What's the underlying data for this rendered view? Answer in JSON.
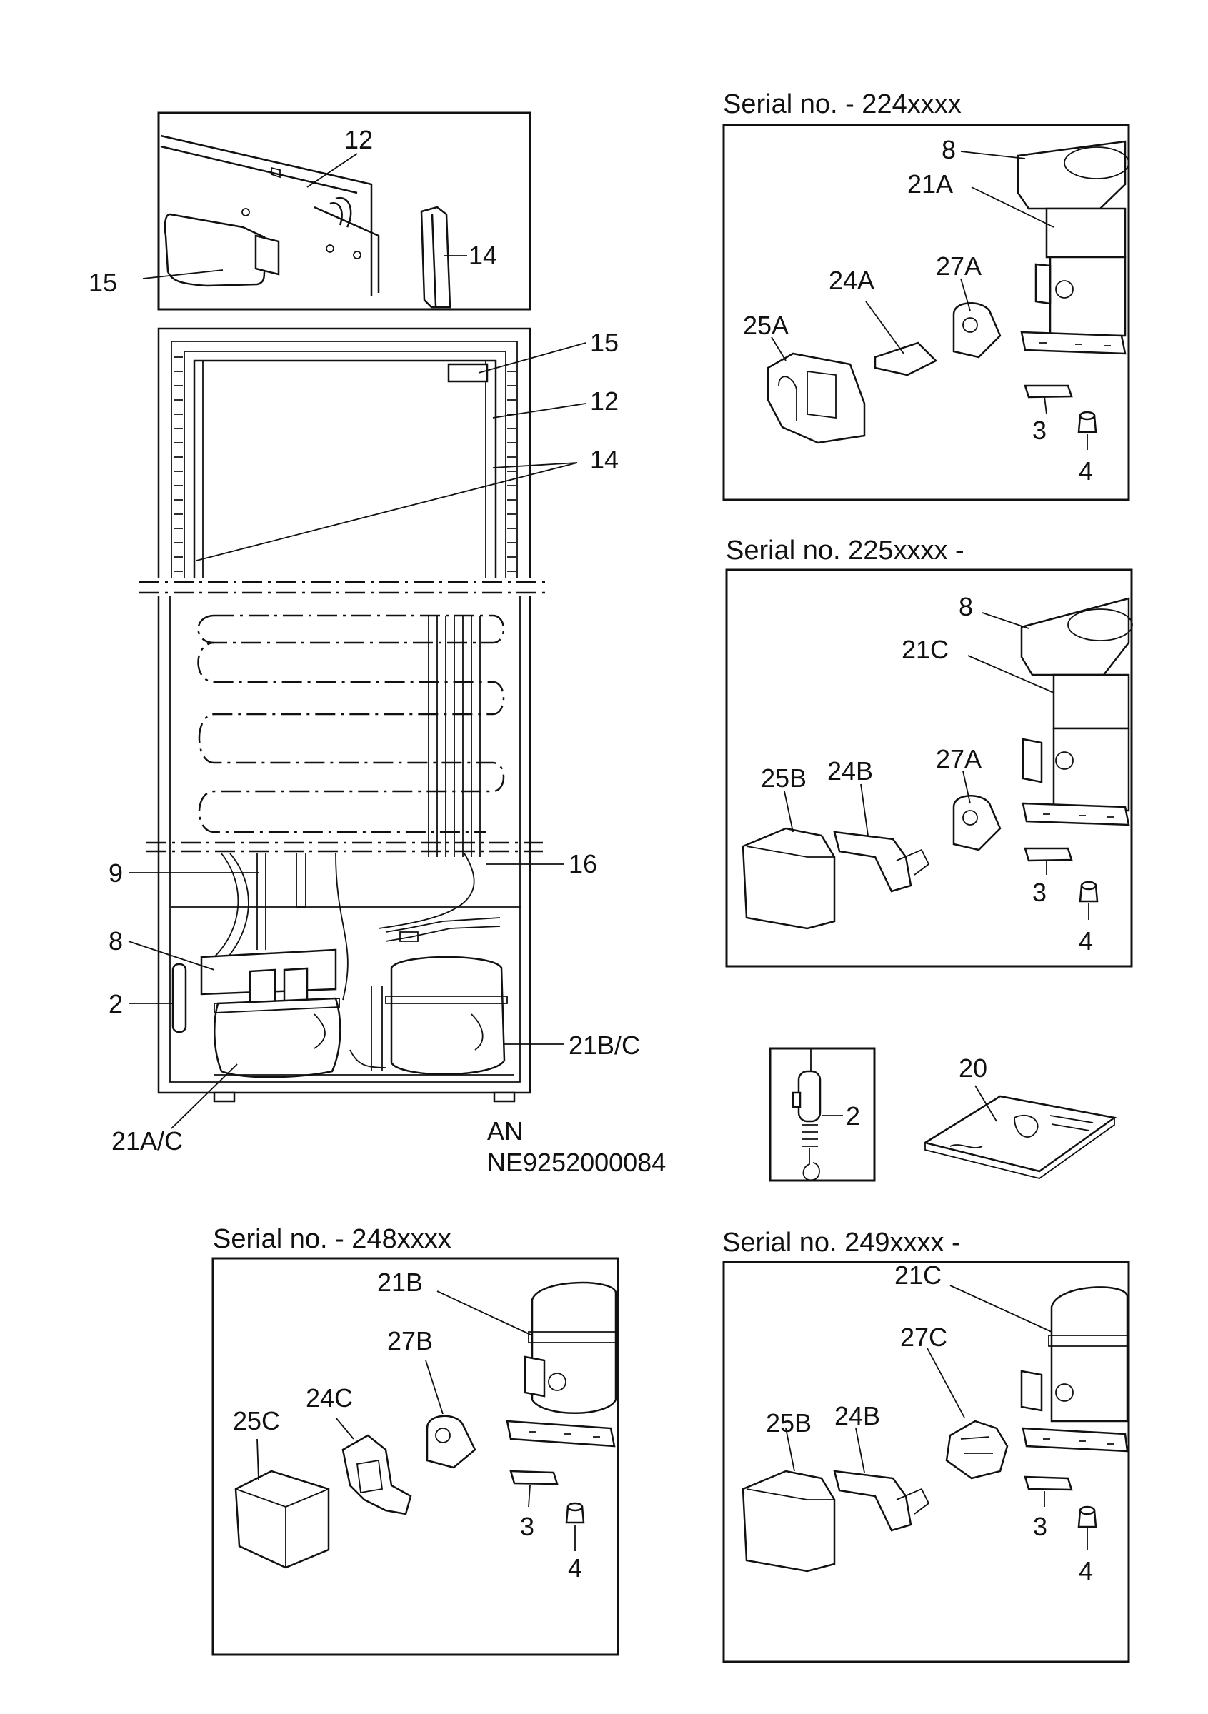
{
  "headers": {
    "top_right": "Serial no. - 224xxxx",
    "mid_right": "Serial no. 225xxxx -",
    "bottom_left": "Serial no. - 248xxxx",
    "bottom_right": "Serial no. 249xxxx -"
  },
  "document_code": {
    "line1": "AN",
    "line2": "NE9252000084"
  },
  "labels": {
    "inset_12": "12",
    "inset_14": "14",
    "inset_15": "15",
    "main_15": "15",
    "main_12": "12",
    "main_14": "14",
    "main_9": "9",
    "main_16": "16",
    "main_8": "8",
    "main_2": "2",
    "main_21bc": "21B/C",
    "main_21ac": "21A/C",
    "tr_8": "8",
    "tr_21a": "21A",
    "tr_27a": "27A",
    "tr_24a": "24A",
    "tr_25a": "25A",
    "tr_3": "3",
    "tr_4": "4",
    "mr_8": "8",
    "mr_21c": "21C",
    "mr_27a": "27A",
    "mr_25b": "25B",
    "mr_24b": "24B",
    "mr_3": "3",
    "mr_4": "4",
    "th_2": "2",
    "manual_20": "20",
    "bl_21b": "21B",
    "bl_27b": "27B",
    "bl_24c": "24C",
    "bl_25c": "25C",
    "bl_3": "3",
    "bl_4": "4",
    "br_21c": "21C",
    "br_27c": "27C",
    "br_25b": "25B",
    "br_24b": "24B",
    "br_3": "3",
    "br_4": "4"
  }
}
